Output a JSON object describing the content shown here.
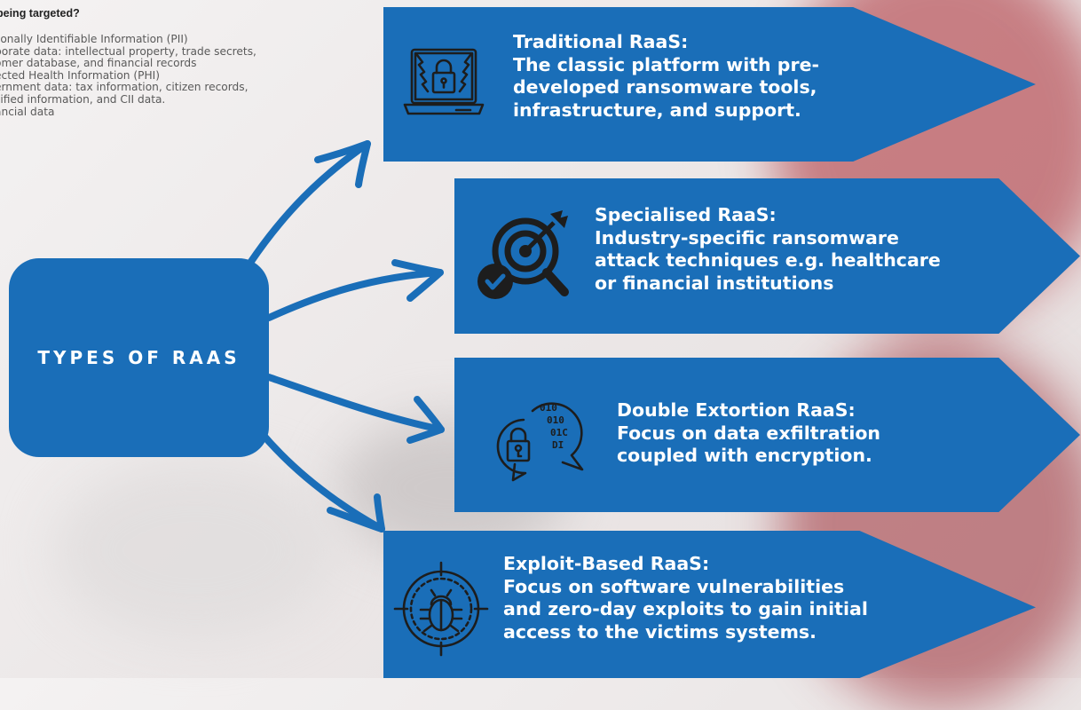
{
  "side_note": {
    "heading": "being targeted?",
    "items": [
      "sonally Identifiable Information (PII)",
      "porate data: intellectual property, trade secrets,",
      "omer database, and financial records",
      "ected Health Information (PHI)",
      "ernment data: tax information, citizen records,",
      "sified information, and CII data.",
      "ancial data"
    ]
  },
  "center": {
    "label": "TYPES OF RAAS"
  },
  "cards": [
    {
      "icon": "laptop-lock-chains-icon",
      "lines": [
        "Traditional RaaS:",
        "The classic platform with pre-",
        "developed ransomware tools,",
        "infrastructure, and support."
      ]
    },
    {
      "icon": "target-magnifier-check-icon",
      "lines": [
        "Specialised RaaS:",
        "Industry-specific ransomware",
        "attack techniques e.g. healthcare",
        "or financial institutions"
      ]
    },
    {
      "icon": "chat-bubbles-lock-binary-icon",
      "lines": [
        "Double Extortion RaaS:",
        "Focus on data exfiltration",
        "coupled with encryption."
      ]
    },
    {
      "icon": "bug-target-icon",
      "lines": [
        "Exploit-Based RaaS:",
        "Focus on software vulnerabilities",
        "and zero-day exploits to gain initial",
        "access to the victims systems."
      ]
    }
  ],
  "colors": {
    "accent": "#1a6eb8",
    "text_on_accent": "#ffffff"
  }
}
